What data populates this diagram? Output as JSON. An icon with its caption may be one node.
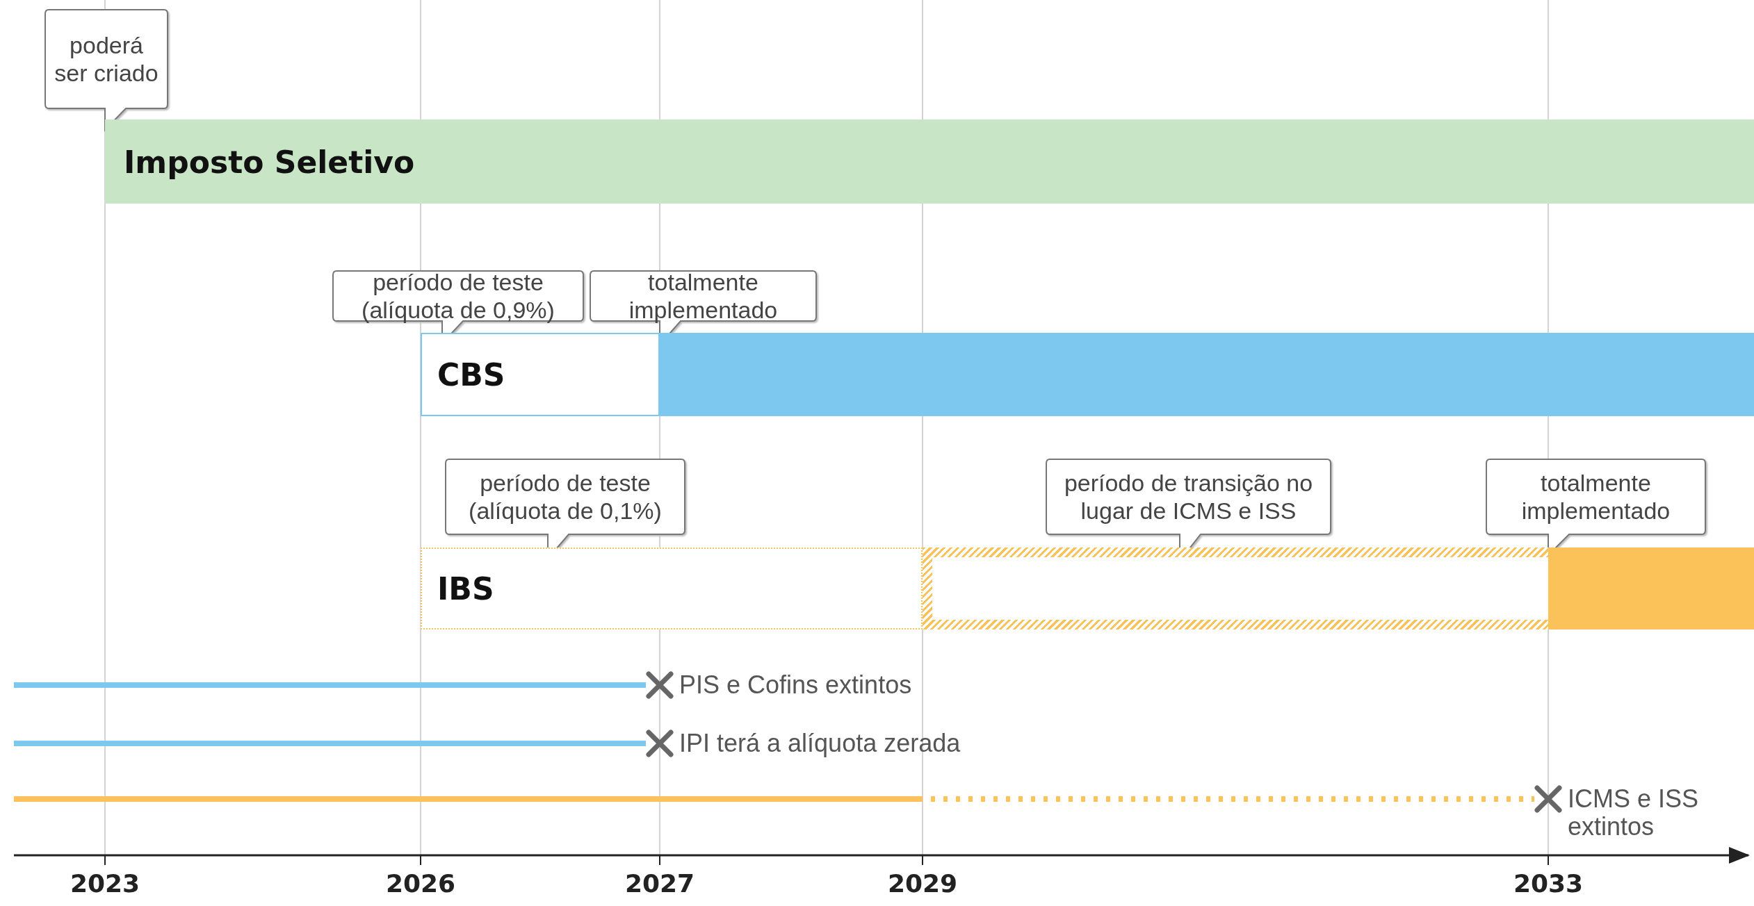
{
  "diagram": {
    "nodes": [
      {
        "text": [
          "poderá ser criado"
        ]
      },
      {
        "text": [
          "Imposto Seletivo"
        ]
      },
      {
        "text": [
          "período de teste (alíquota de 0,9%)"
        ]
      },
      {
        "text": [
          "totalmente implementado"
        ]
      },
      {
        "text": [
          "CBS"
        ]
      },
      {
        "text": [],
        "shape": "bar"
      },
      {
        "text": [
          "período de teste (alíquota de 0,1%)"
        ]
      },
      {
        "text": [
          "período de transição no lugar de ICMS e ISS"
        ]
      },
      {
        "text": [
          "totalmente implementado"
        ]
      },
      {
        "text": [
          "IBS"
        ]
      },
      {
        "text": [],
        "shape": "bar"
      },
      {
        "text": [],
        "shape": "bar"
      },
      {
        "text": [],
        "shape": "cross",
        "beside": [
          "PIS e Cofins extintos"
        ]
      },
      {
        "text": [],
        "shape": "cross",
        "beside": [
          "IPI terá a alíquota zerada"
        ]
      },
      {
        "text": [],
        "shape": "cross",
        "beside": [
          "ICMS e ISS extintos"
        ]
      }
    ],
    "edges": [
      {
        "from": null,
        "to": 12,
        "arrow": "none",
        "color": "#7cc8ee"
      },
      {
        "from": null,
        "to": 13,
        "arrow": "none",
        "color": "#7cc8ee"
      },
      {
        "from": null,
        "to": 14,
        "arrow": "none",
        "style": "dashed",
        "color": "#fbc25a"
      }
    ],
    "labels": [
      "2023",
      "2026",
      "2027",
      "2029",
      "2033"
    ]
  }
}
